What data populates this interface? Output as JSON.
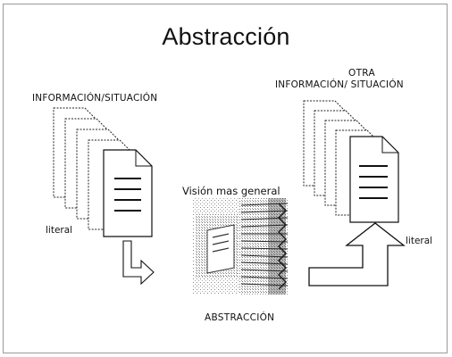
{
  "title": "Abstracción",
  "labels": {
    "left_heading": "INFORMACIÓN/SITUACIÓN",
    "right_heading_line1": "OTRA",
    "right_heading_line2": "INFORMACIÓN/ SITUACIÓN",
    "center_caption": "Visión mas general",
    "bottom_caption": "ABSTRACCIÓN",
    "literal_left": "literal",
    "literal_right": "literal"
  }
}
